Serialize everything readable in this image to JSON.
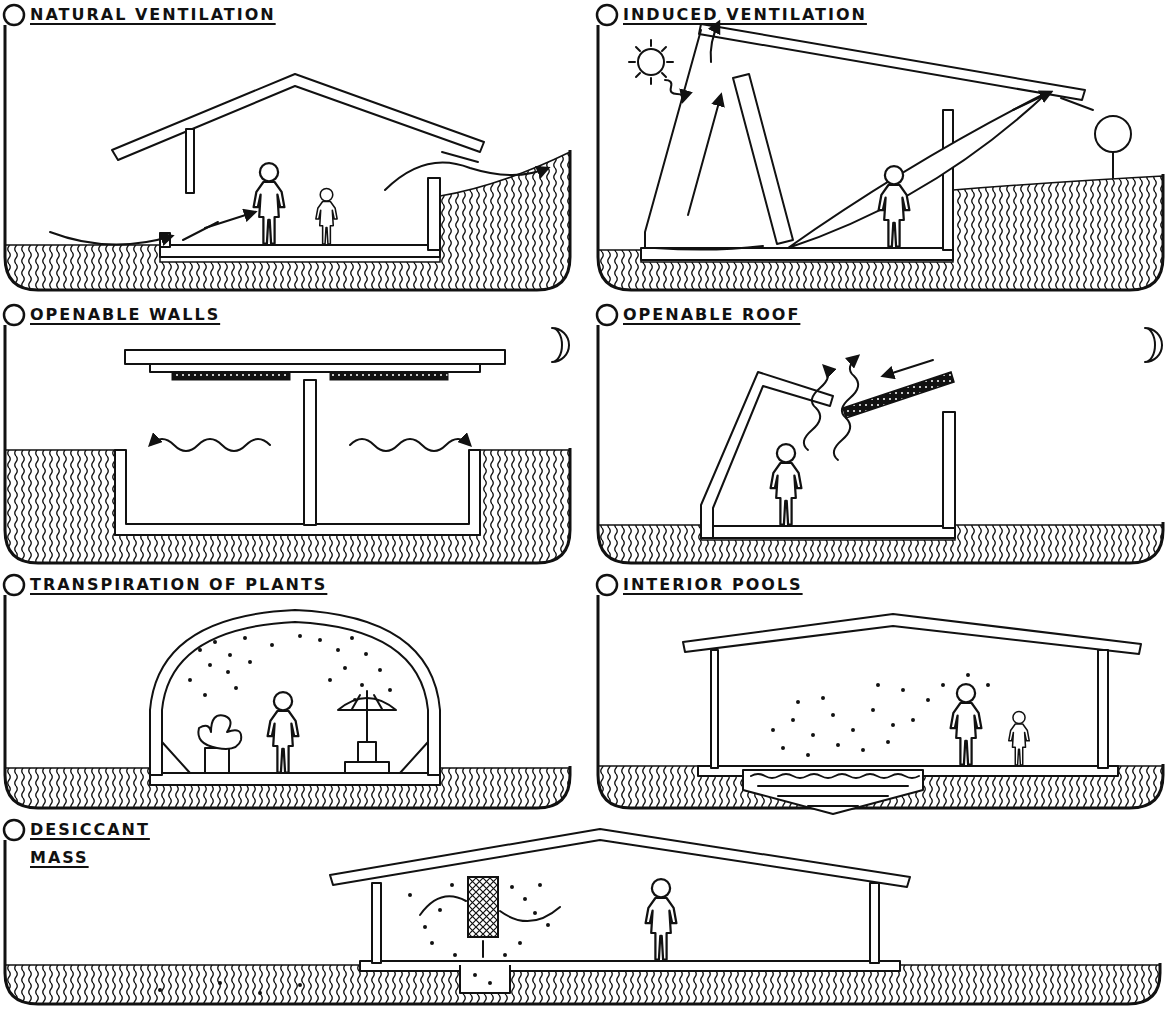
{
  "diagram": {
    "nodes": [
      {
        "text": [
          "NATURAL VENTILATION"
        ]
      },
      {
        "text": [
          "INDUCED VENTILATION"
        ]
      },
      {
        "text": [
          "OPENABLE WALLS"
        ]
      },
      {
        "text": [
          "OPENABLE ROOF"
        ]
      },
      {
        "text": [
          "TRANSPIRATION OF PLANTS"
        ]
      },
      {
        "text": [
          "INTERIOR POOLS"
        ]
      },
      {
        "text": [
          "DESICCANT MASS"
        ]
      }
    ]
  }
}
